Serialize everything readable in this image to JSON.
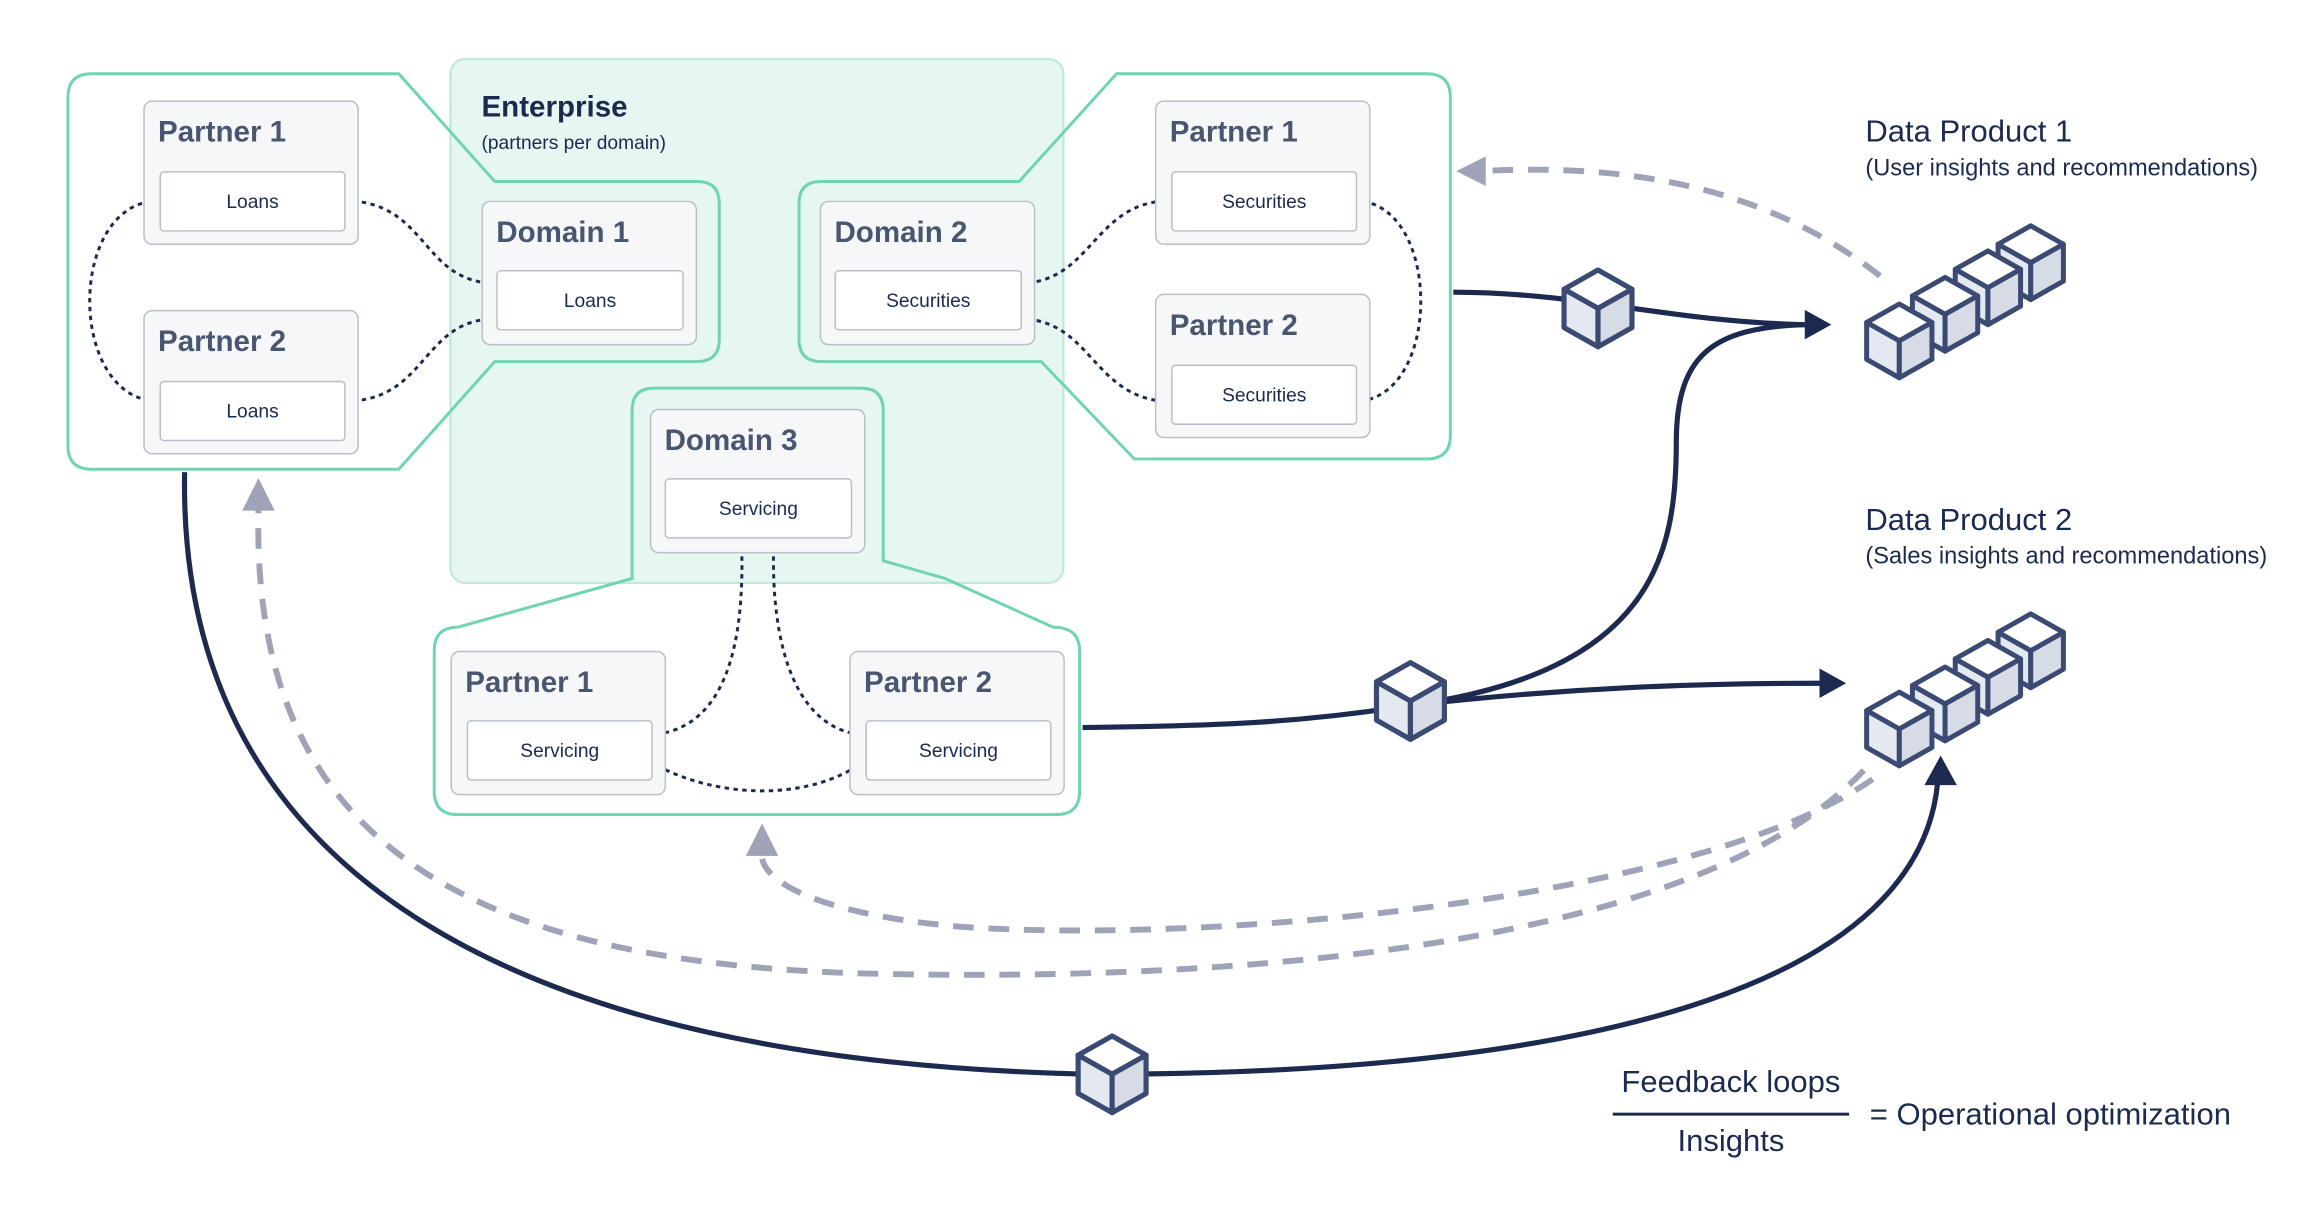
{
  "enterprise": {
    "title": "Enterprise",
    "subtitle": "(partners per domain)"
  },
  "domains": [
    {
      "title": "Domain 1",
      "item": "Loans"
    },
    {
      "title": "Domain 2",
      "item": "Securities"
    },
    {
      "title": "Domain 3",
      "item": "Servicing"
    }
  ],
  "partners": {
    "loans": [
      {
        "title": "Partner 1",
        "item": "Loans"
      },
      {
        "title": "Partner 2",
        "item": "Loans"
      }
    ],
    "securities": [
      {
        "title": "Partner 1",
        "item": "Securities"
      },
      {
        "title": "Partner 2",
        "item": "Securities"
      }
    ],
    "servicing": [
      {
        "title": "Partner 1",
        "item": "Servicing"
      },
      {
        "title": "Partner 2",
        "item": "Servicing"
      }
    ]
  },
  "data_products": [
    {
      "title": "Data Product 1",
      "subtitle": "(User insights and recommendations)"
    },
    {
      "title": "Data Product 2",
      "subtitle": "(Sales insights and recommendations)"
    }
  ],
  "formula": {
    "numerator": "Feedback loops",
    "denominator": "Insights",
    "result": "= Operational optimization"
  },
  "colors": {
    "navy": "#1b2a4e",
    "cube_stroke": "#3a4a73",
    "cube_fill": "#e4e8f0",
    "feedback": "#9ea3b8",
    "enterprise_fill": "#e6f6f0",
    "enterprise_border": "#6fd4b2"
  },
  "icons": {
    "cube": "cube-icon",
    "arrow": "arrow-head-icon"
  }
}
